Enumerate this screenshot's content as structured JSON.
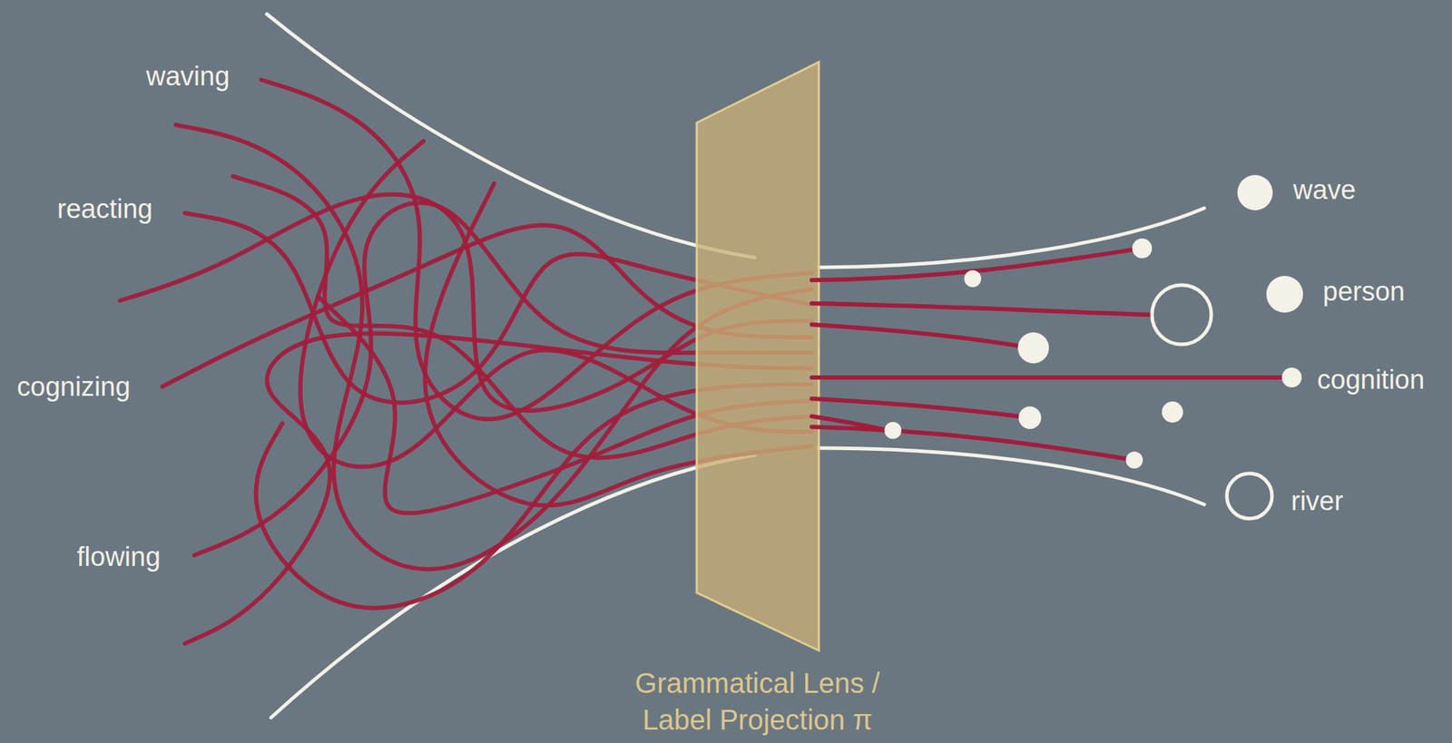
{
  "diagram": {
    "labels": [
      "waving",
      "reacting",
      "cognizing",
      "flowing",
      "wave",
      "person",
      "cognition",
      "river",
      "Grammatical Lens / Label Projection π"
    ]
  }
}
